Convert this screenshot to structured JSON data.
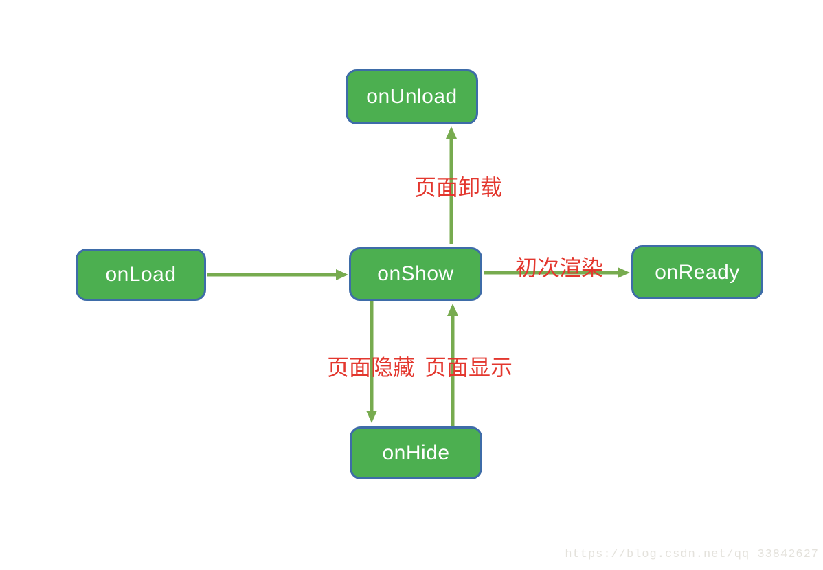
{
  "diagram": {
    "title_implied": "mini-program page lifecycle",
    "nodes": [
      {
        "id": "onUnload",
        "label": "onUnload"
      },
      {
        "id": "onLoad",
        "label": "onLoad"
      },
      {
        "id": "onShow",
        "label": "onShow"
      },
      {
        "id": "onReady",
        "label": "onReady"
      },
      {
        "id": "onHide",
        "label": "onHide"
      }
    ],
    "edges": [
      {
        "from": "onLoad",
        "to": "onShow",
        "label": ""
      },
      {
        "from": "onShow",
        "to": "onUnload",
        "label": "页面卸载"
      },
      {
        "from": "onShow",
        "to": "onReady",
        "label": "初次渲染"
      },
      {
        "from": "onShow",
        "to": "onHide",
        "label": "页面隐藏"
      },
      {
        "from": "onHide",
        "to": "onShow",
        "label": "页面显示"
      }
    ],
    "edge_labels": {
      "unload": "页面卸载",
      "first_render": "初次渲染",
      "hide": "页面隐藏",
      "show": "页面显示"
    }
  },
  "watermark": "https://blog.csdn.net/qq_33842627",
  "colors": {
    "node_fill": "#4caf50",
    "node_border": "#3e6ca8",
    "node_text": "#ffffff",
    "arrow": "#77ab4f",
    "edge_label": "#e3372e",
    "watermark_text": "#e4e2dc",
    "page_bg": "#ffffff"
  }
}
